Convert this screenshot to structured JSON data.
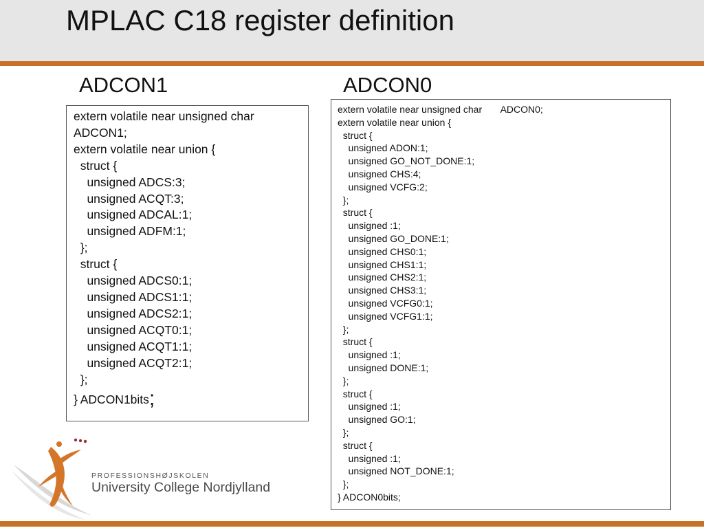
{
  "slide": {
    "title": "MPLAC C18 register definition"
  },
  "left": {
    "heading": "ADCON1",
    "lines": [
      "extern volatile near unsigned char",
      "ADCON1;",
      "extern volatile near union {",
      "  struct {",
      "    unsigned ADCS:3;",
      "    unsigned ACQT:3;",
      "    unsigned ADCAL:1;",
      "    unsigned ADFM:1;",
      "  };",
      "  struct {",
      "    unsigned ADCS0:1;",
      "    unsigned ADCS1:1;",
      "    unsigned ADCS2:1;",
      "    unsigned ACQT0:1;",
      "    unsigned ACQT1:1;",
      "    unsigned ACQT2:1;",
      "  };"
    ],
    "last_line_text": "} ADCON1bits",
    "last_line_semicolon": ";"
  },
  "right": {
    "heading": "ADCON0",
    "lines": [
      "extern volatile near unsigned char       ADCON0;",
      "extern volatile near union {",
      "  struct {",
      "    unsigned ADON:1;",
      "    unsigned GO_NOT_DONE:1;",
      "    unsigned CHS:4;",
      "    unsigned VCFG:2;",
      "  };",
      "  struct {",
      "    unsigned :1;",
      "    unsigned GO_DONE:1;",
      "    unsigned CHS0:1;",
      "    unsigned CHS1:1;",
      "    unsigned CHS2:1;",
      "    unsigned CHS3:1;",
      "    unsigned VCFG0:1;",
      "    unsigned VCFG1:1;",
      "  };",
      "  struct {",
      "    unsigned :1;",
      "    unsigned DONE:1;",
      "  };",
      "  struct {",
      "    unsigned :1;",
      "    unsigned GO:1;",
      "  };",
      "  struct {",
      "    unsigned :1;",
      "    unsigned NOT_DONE:1;",
      "  };",
      "} ADCON0bits;"
    ]
  },
  "logo": {
    "line1": "PROFESSIONSHØJSKOLEN",
    "line2": "University College Nordjylland"
  },
  "colors": {
    "accent": "#c87028",
    "title_band": "#e6e6e6"
  }
}
